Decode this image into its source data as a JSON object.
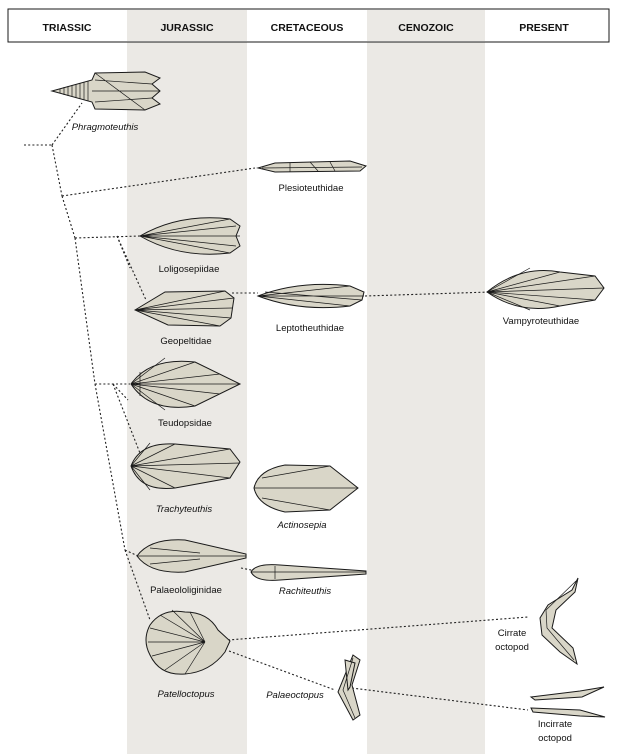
{
  "periods": [
    "TRIASSIC",
    "JURASSIC",
    "CRETACEOUS",
    "CENOZOIC",
    "PRESENT"
  ],
  "taxa": {
    "phragmoteuthis": "Phragmoteuthis",
    "plesioteuthidae": "Plesioteuthidae",
    "loligosepiidae": "Loligosepiidae",
    "geopeltidae": "Geopeltidae",
    "leptotheuthidae": "Leptotheuthidae",
    "vampyroteuthidae": "Vampyroteuthidae",
    "teudopsidae": "Teudopsidae",
    "trachyteuthis": "Trachyteuthis",
    "actinosepia": "Actinosepia",
    "palaeololiginidae": "Palaeololiginidae",
    "rachiteuthis": "Rachiteuthis",
    "patelloctopus": "Patelloctopus",
    "palaeoctopus": "Palaeoctopus",
    "cirrate_line1": "Cirrate",
    "cirrate_line2": "octopod",
    "incirrate_line1": "Incirrate",
    "incirrate_line2": "octopod"
  },
  "colors": {
    "band": "#ebe9e5",
    "fossil_fill": "#d9d6c8",
    "outline": "#1a1a1a"
  }
}
